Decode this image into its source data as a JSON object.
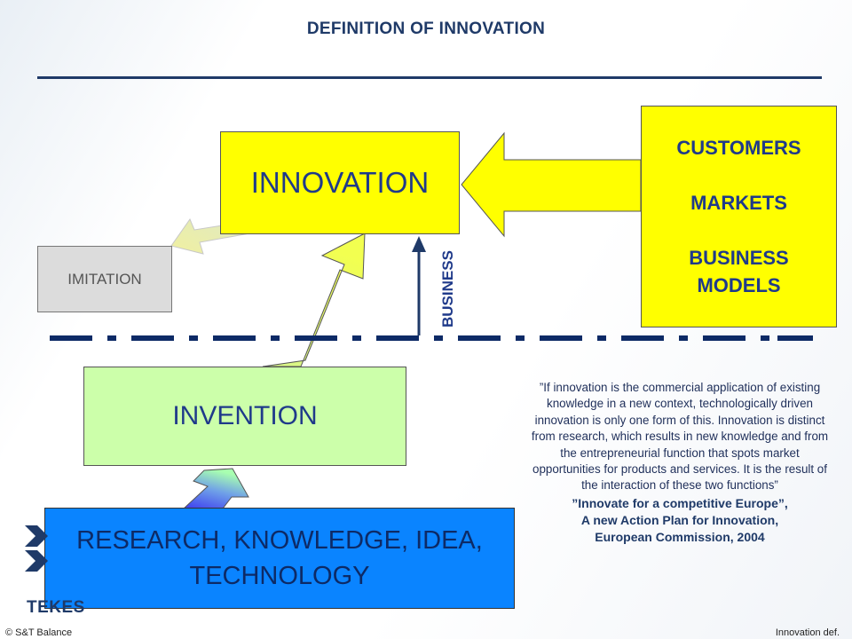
{
  "header": {
    "title": "DEFINITION OF INNOVATION"
  },
  "diagram": {
    "innovation": "INNOVATION",
    "imitation": "IMITATION",
    "customers_lines": [
      "CUSTOMERS",
      "MARKETS",
      "BUSINESS",
      "MODELS"
    ],
    "invention": "INVENTION",
    "research_lines": [
      "RESEARCH, KNOWLEDGE, IDEA,",
      "TECHNOLOGY"
    ],
    "business_axis_label": "BUSINESS"
  },
  "quote": {
    "text": "”If innovation is the commercial application of existing knowledge in a new context, technologically driven innovation is only one form of this. Innovation is distinct from research, which results in new knowledge and from the entrepreneurial function that spots market opportunities for products and services. It is the result of the interaction of these two functions”",
    "source_lines": [
      "”Innovate for a competitive Europe”,",
      "A new Action Plan for Innovation,",
      "European Commission, 2004"
    ]
  },
  "logo": {
    "text": "TEKES"
  },
  "footer": {
    "left": "© S&T Balance",
    "right": "Innovation def."
  },
  "colors": {
    "accent_navy": "#1f3a68",
    "box_yellow": "#ffff00",
    "box_green": "#ccffaa",
    "box_blue": "#0a84ff",
    "box_grey": "#dcdcdc"
  }
}
